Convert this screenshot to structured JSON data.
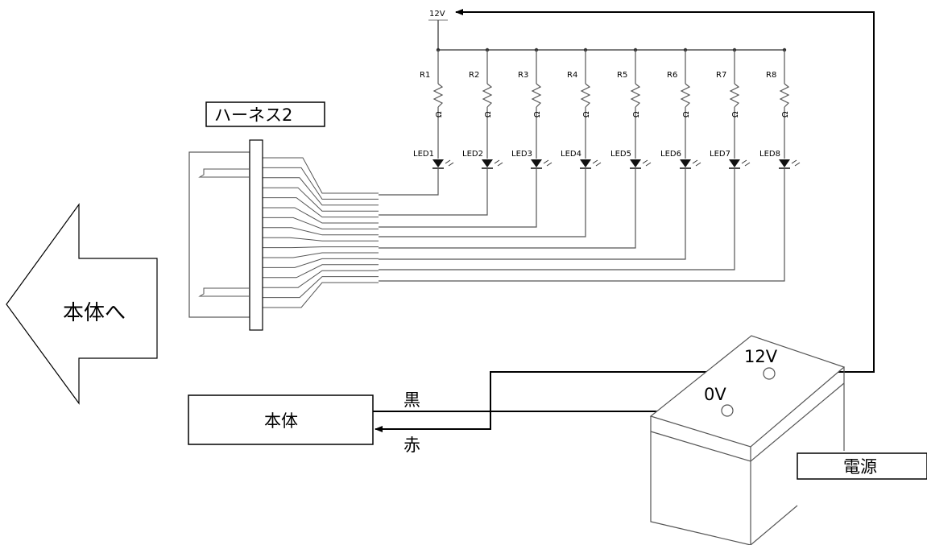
{
  "supply": {
    "top_label": "12V"
  },
  "resistors": [
    {
      "ref": "R1",
      "value": "Ω"
    },
    {
      "ref": "R2",
      "value": "Ω"
    },
    {
      "ref": "R3",
      "value": "Ω"
    },
    {
      "ref": "R4",
      "value": "Ω"
    },
    {
      "ref": "R5",
      "value": "Ω"
    },
    {
      "ref": "R6",
      "value": "Ω"
    },
    {
      "ref": "R7",
      "value": "Ω"
    },
    {
      "ref": "R8",
      "value": "Ω"
    }
  ],
  "leds": [
    "LED1",
    "LED2",
    "LED3",
    "LED4",
    "LED5",
    "LED6",
    "LED7",
    "LED8"
  ],
  "harness": {
    "label": "ハーネス2"
  },
  "arrow": {
    "label": "本体へ"
  },
  "main_unit": {
    "label": "本体"
  },
  "wires": {
    "black_label": "黒",
    "red_label": "赤"
  },
  "battery": {
    "plus_label": "12V",
    "minus_label": "0V",
    "name": "電源"
  }
}
